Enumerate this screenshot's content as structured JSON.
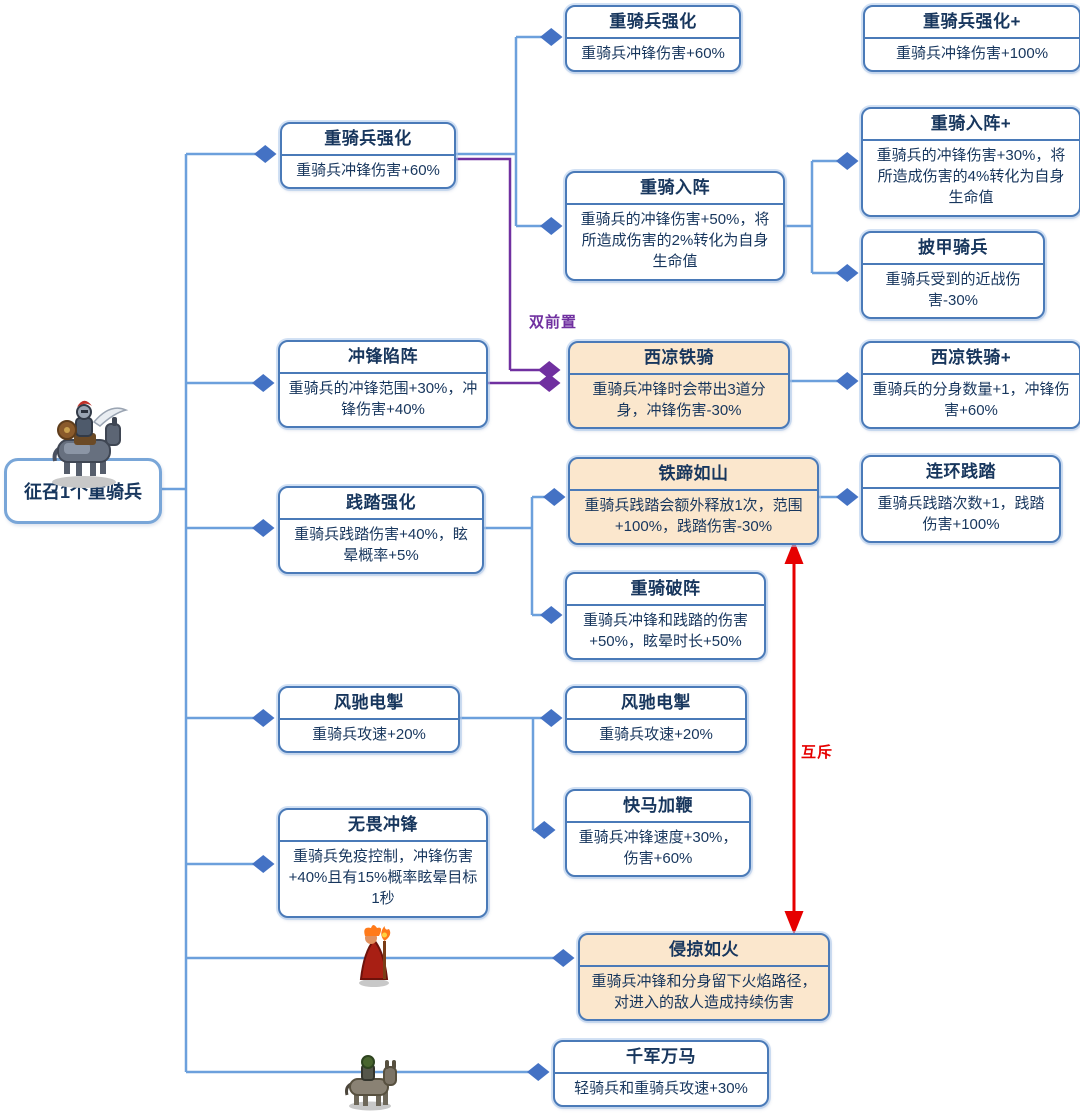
{
  "root": {
    "label": "征召1个重骑兵"
  },
  "annotations": {
    "dual_prerequisite": "双前置",
    "mutually_exclusive": "互斥"
  },
  "icons": {
    "heavy_cavalry": "heavy-cavalry-icon",
    "fire_mage": "fire-mage-icon",
    "light_cavalry": "light-cavalry-icon"
  },
  "colors": {
    "node_border": "#4a7ab8",
    "node_text": "#17365d",
    "node_bg": "#ffffff",
    "node_bg_special": "#fbe7cd",
    "edge_blue": "#6ca0dc",
    "edge_diamond": "#4472c4",
    "edge_purple": "#7030a0",
    "edge_red": "#e60000"
  },
  "nodes": {
    "qianghua1": {
      "title": "重骑兵强化",
      "body": "重骑兵冲锋伤害+60%"
    },
    "qianghua2": {
      "title": "重骑兵强化",
      "body": "重骑兵冲锋伤害+60%"
    },
    "qianghua_plus": {
      "title": "重骑兵强化+",
      "body": "重骑兵冲锋伤害+100%"
    },
    "ruzhen": {
      "title": "重骑入阵",
      "body": "重骑兵的冲锋伤害+50%，将所造成伤害的2%转化为自身生命值"
    },
    "ruzhen_plus": {
      "title": "重骑入阵+",
      "body": "重骑兵的冲锋伤害+30%，将所造成伤害的4%转化为自身生命值"
    },
    "pijia": {
      "title": "披甲骑兵",
      "body": "重骑兵受到的近战伤害-30%"
    },
    "chongfeng": {
      "title": "冲锋陷阵",
      "body": "重骑兵的冲锋范围+30%，冲锋伤害+40%"
    },
    "xiliang": {
      "title": "西凉铁骑",
      "body": "重骑兵冲锋时会带出3道分身，冲锋伤害-30%"
    },
    "xiliang_plus": {
      "title": "西凉铁骑+",
      "body": "重骑兵的分身数量+1，冲锋伤害+60%"
    },
    "jianta": {
      "title": "践踏强化",
      "body": "重骑兵践踏伤害+40%，眩晕概率+5%"
    },
    "tieti": {
      "title": "铁蹄如山",
      "body": "重骑兵践踏会额外释放1次，范围+100%，践踏伤害-30%"
    },
    "lianhuan": {
      "title": "连环践踏",
      "body": "重骑兵践踏次数+1，践踏伤害+100%"
    },
    "pozhen": {
      "title": "重骑破阵",
      "body": "重骑兵冲锋和践踏的伤害+50%，眩晕时长+50%"
    },
    "fengchi1": {
      "title": "风驰电掣",
      "body": "重骑兵攻速+20%"
    },
    "fengchi2": {
      "title": "风驰电掣",
      "body": "重骑兵攻速+20%"
    },
    "kuaima": {
      "title": "快马加鞭",
      "body": "重骑兵冲锋速度+30%，伤害+60%"
    },
    "wuwei": {
      "title": "无畏冲锋",
      "body": "重骑兵免疫控制，冲锋伤害+40%且有15%概率眩晕目标1秒"
    },
    "qinlue": {
      "title": "侵掠如火",
      "body": "重骑兵冲锋和分身留下火焰路径，对进入的敌人造成持续伤害"
    },
    "qianjun": {
      "title": "千军万马",
      "body": "轻骑兵和重骑兵攻速+30%"
    }
  }
}
